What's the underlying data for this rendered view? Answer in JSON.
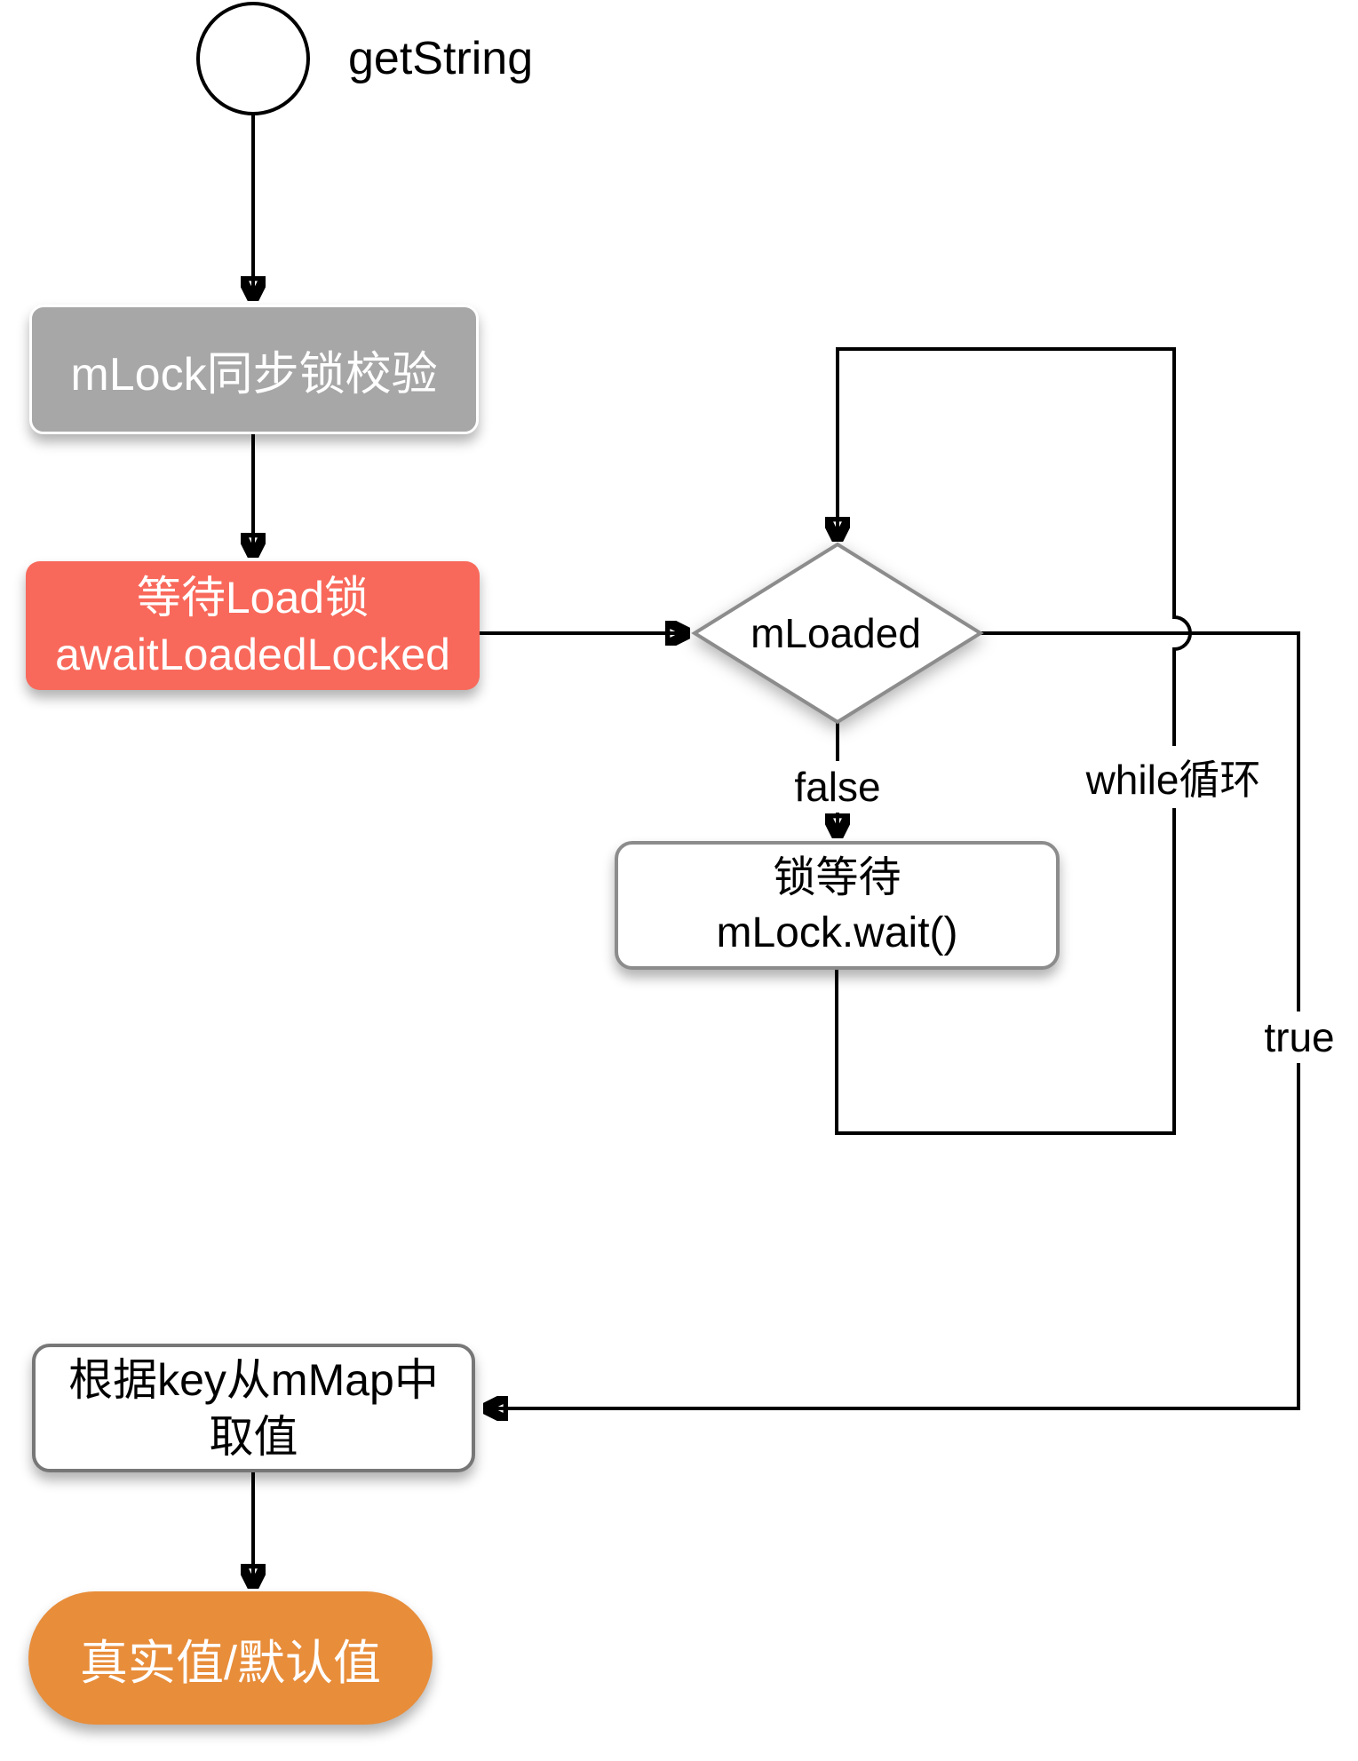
{
  "diagram": {
    "nodes": {
      "start": {
        "label": "getString"
      },
      "sync_check": {
        "label": "mLock同步锁校验"
      },
      "await_load": {
        "line1": "等待Load锁",
        "line2": "awaitLoadedLocked"
      },
      "decision": {
        "label": "mLoaded"
      },
      "lock_wait": {
        "line1": "锁等待",
        "line2": "mLock.wait()"
      },
      "get_value": {
        "line1": "根据key从mMap中",
        "line2": "取值"
      },
      "result": {
        "label": "真实值/默认值"
      }
    },
    "edges": {
      "false_label": "false",
      "true_label": "true",
      "while_label": "while循环"
    },
    "colors": {
      "gray": "#a7a7a7",
      "red": "#f8695b",
      "orange": "#e88d3a",
      "line": "#000000",
      "border_gray": "#8c8c8c",
      "border_dark": "#777777"
    }
  }
}
